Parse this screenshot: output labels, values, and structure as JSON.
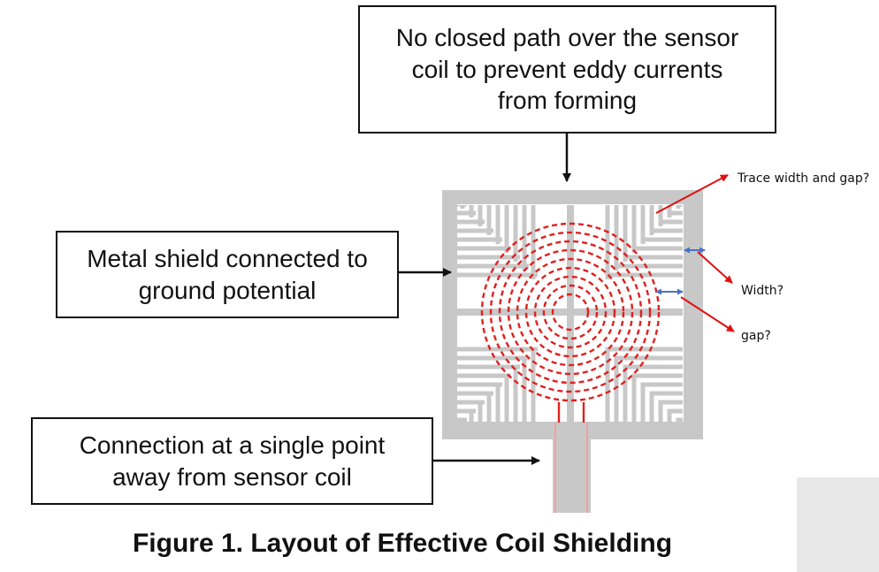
{
  "callouts": {
    "top": [
      "No closed path over the sensor",
      "coil to prevent eddy currents",
      "from forming"
    ],
    "left": [
      "Metal shield connected to",
      "ground potential"
    ],
    "bottom": [
      "Connection at a single point",
      "away from sensor coil"
    ]
  },
  "annotations": {
    "trace": "Trace width and gap?",
    "width": "Width?",
    "gap": "gap?"
  },
  "caption": "Figure 1. Layout of Effective Coil Shielding",
  "colors": {
    "shield": "#c8c8c8",
    "coil": "#e02020",
    "annotation_arrow": "#e01010",
    "dimension_arrow": "#4a72c4",
    "border": "#111111"
  }
}
